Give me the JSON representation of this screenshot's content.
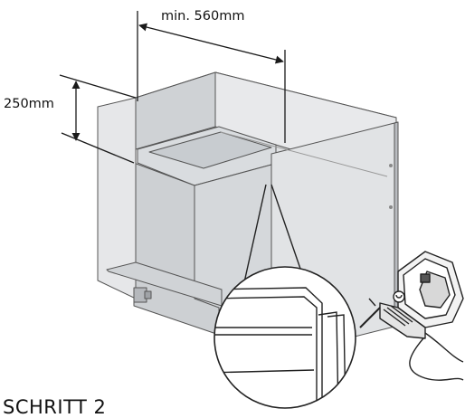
{
  "dimensions": {
    "min_width": "min. 560mm",
    "height": "250mm"
  },
  "step_title": "SCHRITT 2",
  "colors": {
    "line": "#2a2a2a",
    "panel_light": "#e9eaeb",
    "panel_mid": "#d7d9db",
    "panel_dark": "#c3c6c9"
  }
}
